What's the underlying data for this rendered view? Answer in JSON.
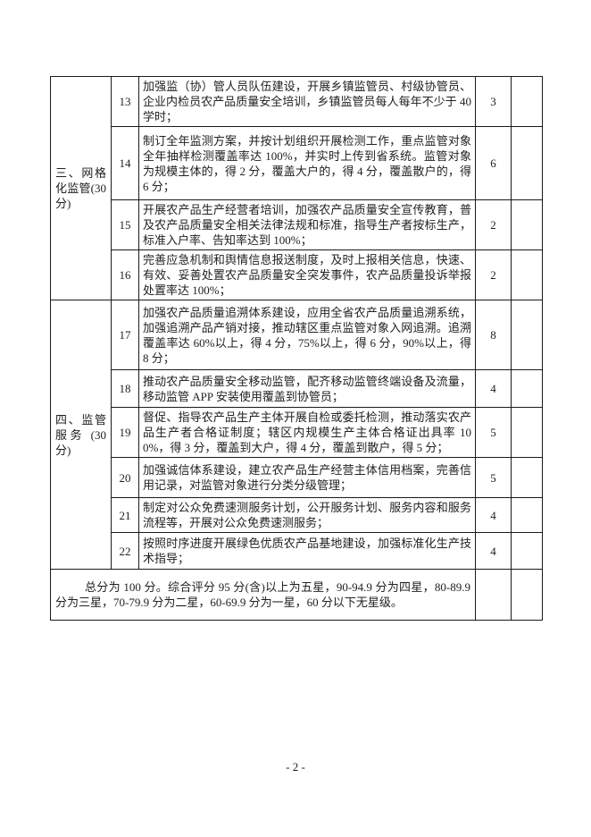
{
  "page": {
    "number_label": "- 2 -"
  },
  "table": {
    "groups": [
      {
        "label": "三、网格化监管(30分)"
      },
      {
        "label": "四、监管服务 (30分)"
      }
    ],
    "rows": [
      {
        "no": "13",
        "desc": "加强监（协）管人员队伍建设，开展乡镇监管员、村级协管员、企业内检员农产品质量安全培训，乡镇监管员每人每年不少于 40 学时；",
        "score": "3",
        "remark": ""
      },
      {
        "no": "14",
        "desc": "制订全年监测方案，并按计划组织开展检测工作，重点监管对象全年抽样检测覆盖率达 100%，并实时上传到省系统。监管对象为规模主体的，得 2 分，覆盖大户的，得 4 分，覆盖散户的，得 6 分；",
        "score": "6",
        "remark": ""
      },
      {
        "no": "15",
        "desc": "开展农产品生产经营者培训，加强农产品质量安全宣传教育，普及农产品质量安全相关法律法规和标准，指导生产者按标生产，标准入户率、告知率达到 100%；",
        "score": "2",
        "remark": ""
      },
      {
        "no": "16",
        "desc": "完善应急机制和舆情信息报送制度，及时上报相关信息，快速、有效、妥善处置农产品质量安全突发事件，农产品质量投诉举报处置率达 100%；",
        "score": "2",
        "remark": ""
      },
      {
        "no": "17",
        "desc": "加强农产品质量追溯体系建设，应用全省农产品质量追溯系统，加强追溯产品产销对接，推动辖区重点监管对象入网追溯。追溯覆盖率达 60%以上，得 4 分，75%以上，得 6 分，90%以上，得 8 分；",
        "score": "8",
        "remark": ""
      },
      {
        "no": "18",
        "desc": "推动农产品质量安全移动监管，配齐移动监管终端设备及流量，移动监管 APP 安装使用覆盖到协管员；",
        "score": "4",
        "remark": ""
      },
      {
        "no": "19",
        "desc": "督促、指导农产品生产主体开展自检或委托检测，推动落实农产品生产者合格证制度；辖区内规模生产主体合格证出具率 100%，得 3 分，覆盖到大户，得 4 分，覆盖到散户，得 5 分；",
        "score": "5",
        "remark": ""
      },
      {
        "no": "20",
        "desc": "加强诚信体系建设，建立农产品生产经营主体信用档案，完善信用记录，对监管对象进行分类分级管理；",
        "score": "5",
        "remark": ""
      },
      {
        "no": "21",
        "desc": "制定对公众免费速测服务计划，公开服务计划、服务内容和服务流程等，开展对公众免费速测服务；",
        "score": "4",
        "remark": ""
      },
      {
        "no": "22",
        "desc": "按照时序进度开展绿色优质农产品基地建设，加强标准化生产技术指导；",
        "score": "4",
        "remark": ""
      }
    ],
    "footer_note": "总分为 100 分。综合评分 95 分(含)以上为五星，90-94.9 分为四星，80-89.9 分为三星，70-79.9 分为二星，60-69.9 分为一星，60 分以下无星级。"
  }
}
